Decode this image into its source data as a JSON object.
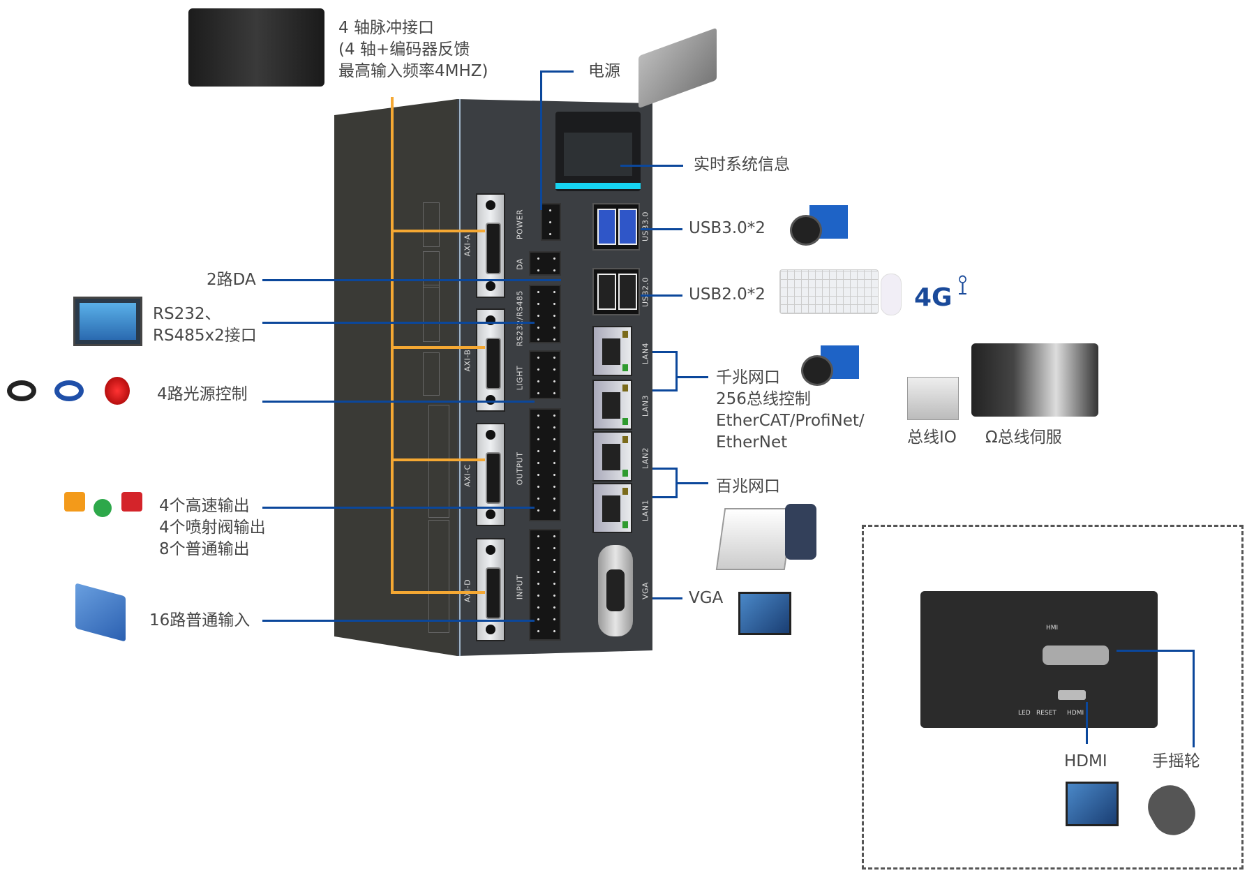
{
  "top_label": {
    "lines": [
      "4 轴脉冲接口",
      "(4 轴+编码器反馈",
      "最高输入频率4MHZ)"
    ]
  },
  "right_labels": {
    "power": "电源",
    "realtime_info": "实时系统信息",
    "usb3": "USB3.0*2",
    "usb2": "USB2.0*2",
    "gigabit": [
      "千兆网口",
      "256总线控制",
      "EtherCAT/ProfiNet/",
      "EtherNet"
    ],
    "bus_io": "总线IO",
    "bus_servo": "Ω总线伺服",
    "fast_ethernet": "百兆网口",
    "vga": "VGA"
  },
  "left_labels": {
    "da": "2路DA",
    "serial": [
      "RS232、",
      "RS485x2接口"
    ],
    "light": "4路光源控制",
    "output": [
      "4个高速输出",
      "4个喷射阀输出",
      "8个普通输出"
    ],
    "input": "16路普通输入"
  },
  "device_ports": {
    "axi": [
      "AXI-A",
      "AXI-B",
      "AXI-C",
      "AXI-D"
    ],
    "terminals": [
      "POWER",
      "DA",
      "RS232/RS485",
      "LIGHT",
      "OUTPUT",
      "INPUT"
    ],
    "usb": [
      "USB3.0",
      "USB2.0"
    ],
    "lan": [
      "LAN4",
      "LAN3",
      "LAN2",
      "LAN1"
    ],
    "vga": "VGA"
  },
  "hmi_box": {
    "panel_label": "HMI",
    "port_labels": [
      "LED",
      "RESET",
      "HDMI"
    ],
    "hdmi": "HDMI",
    "handwheel": "手摇轮"
  },
  "icons": {
    "fourg": "4G"
  },
  "colors": {
    "callout_line": "#0b479b",
    "axis_line": "#f5a833",
    "screen_bar": "#16d4f2",
    "device_body": "#3b3e42"
  }
}
